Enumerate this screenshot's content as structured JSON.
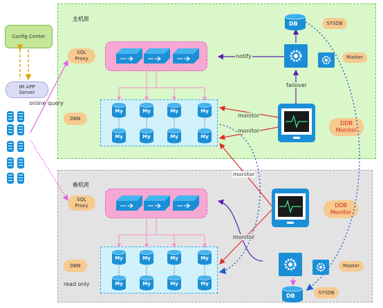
{
  "main_room": {
    "title": "主机房",
    "sql_proxy_label": "SQL\nProxy",
    "dbn_label": "DBN",
    "sysdb_label": "SYSDB",
    "master_label": "Master",
    "db_label": "DB",
    "ddb_monitor_label": "DDB\nMonitor"
  },
  "backup_room": {
    "title": "备机房",
    "sql_proxy_label": "SQL\nProxy",
    "dbn_label": "DBN",
    "read_only_label": "read only",
    "sysdb_label": "SYSDB",
    "master_label": "Master",
    "db_label": "DB",
    "ddb_monitor_label": "DDB\nMonitor"
  },
  "left": {
    "config_center_label": "Config Center",
    "im_server_label": "IM APP\nServer",
    "online_query_label": "online query"
  },
  "edges": {
    "notify": "notify",
    "failover": "failover",
    "monitor_1": "monitor",
    "monitor_2": "monitor",
    "monitor_3": "monitor",
    "monitor_4": "monitor"
  },
  "db_node_text": "My",
  "colors": {
    "main_room_fill": "#d9f7c9",
    "backup_room_fill": "#e3e3e3",
    "proxy_fill": "#f5a8d3",
    "dbn_fill": "#d1f1fb",
    "icon_blue": "#1b8fd6",
    "label_orange": "#f7ca8f",
    "monitor_red": "#e32d2d",
    "notify_purple": "#5b1faf",
    "online_query_magenta": "#e85fe4"
  }
}
